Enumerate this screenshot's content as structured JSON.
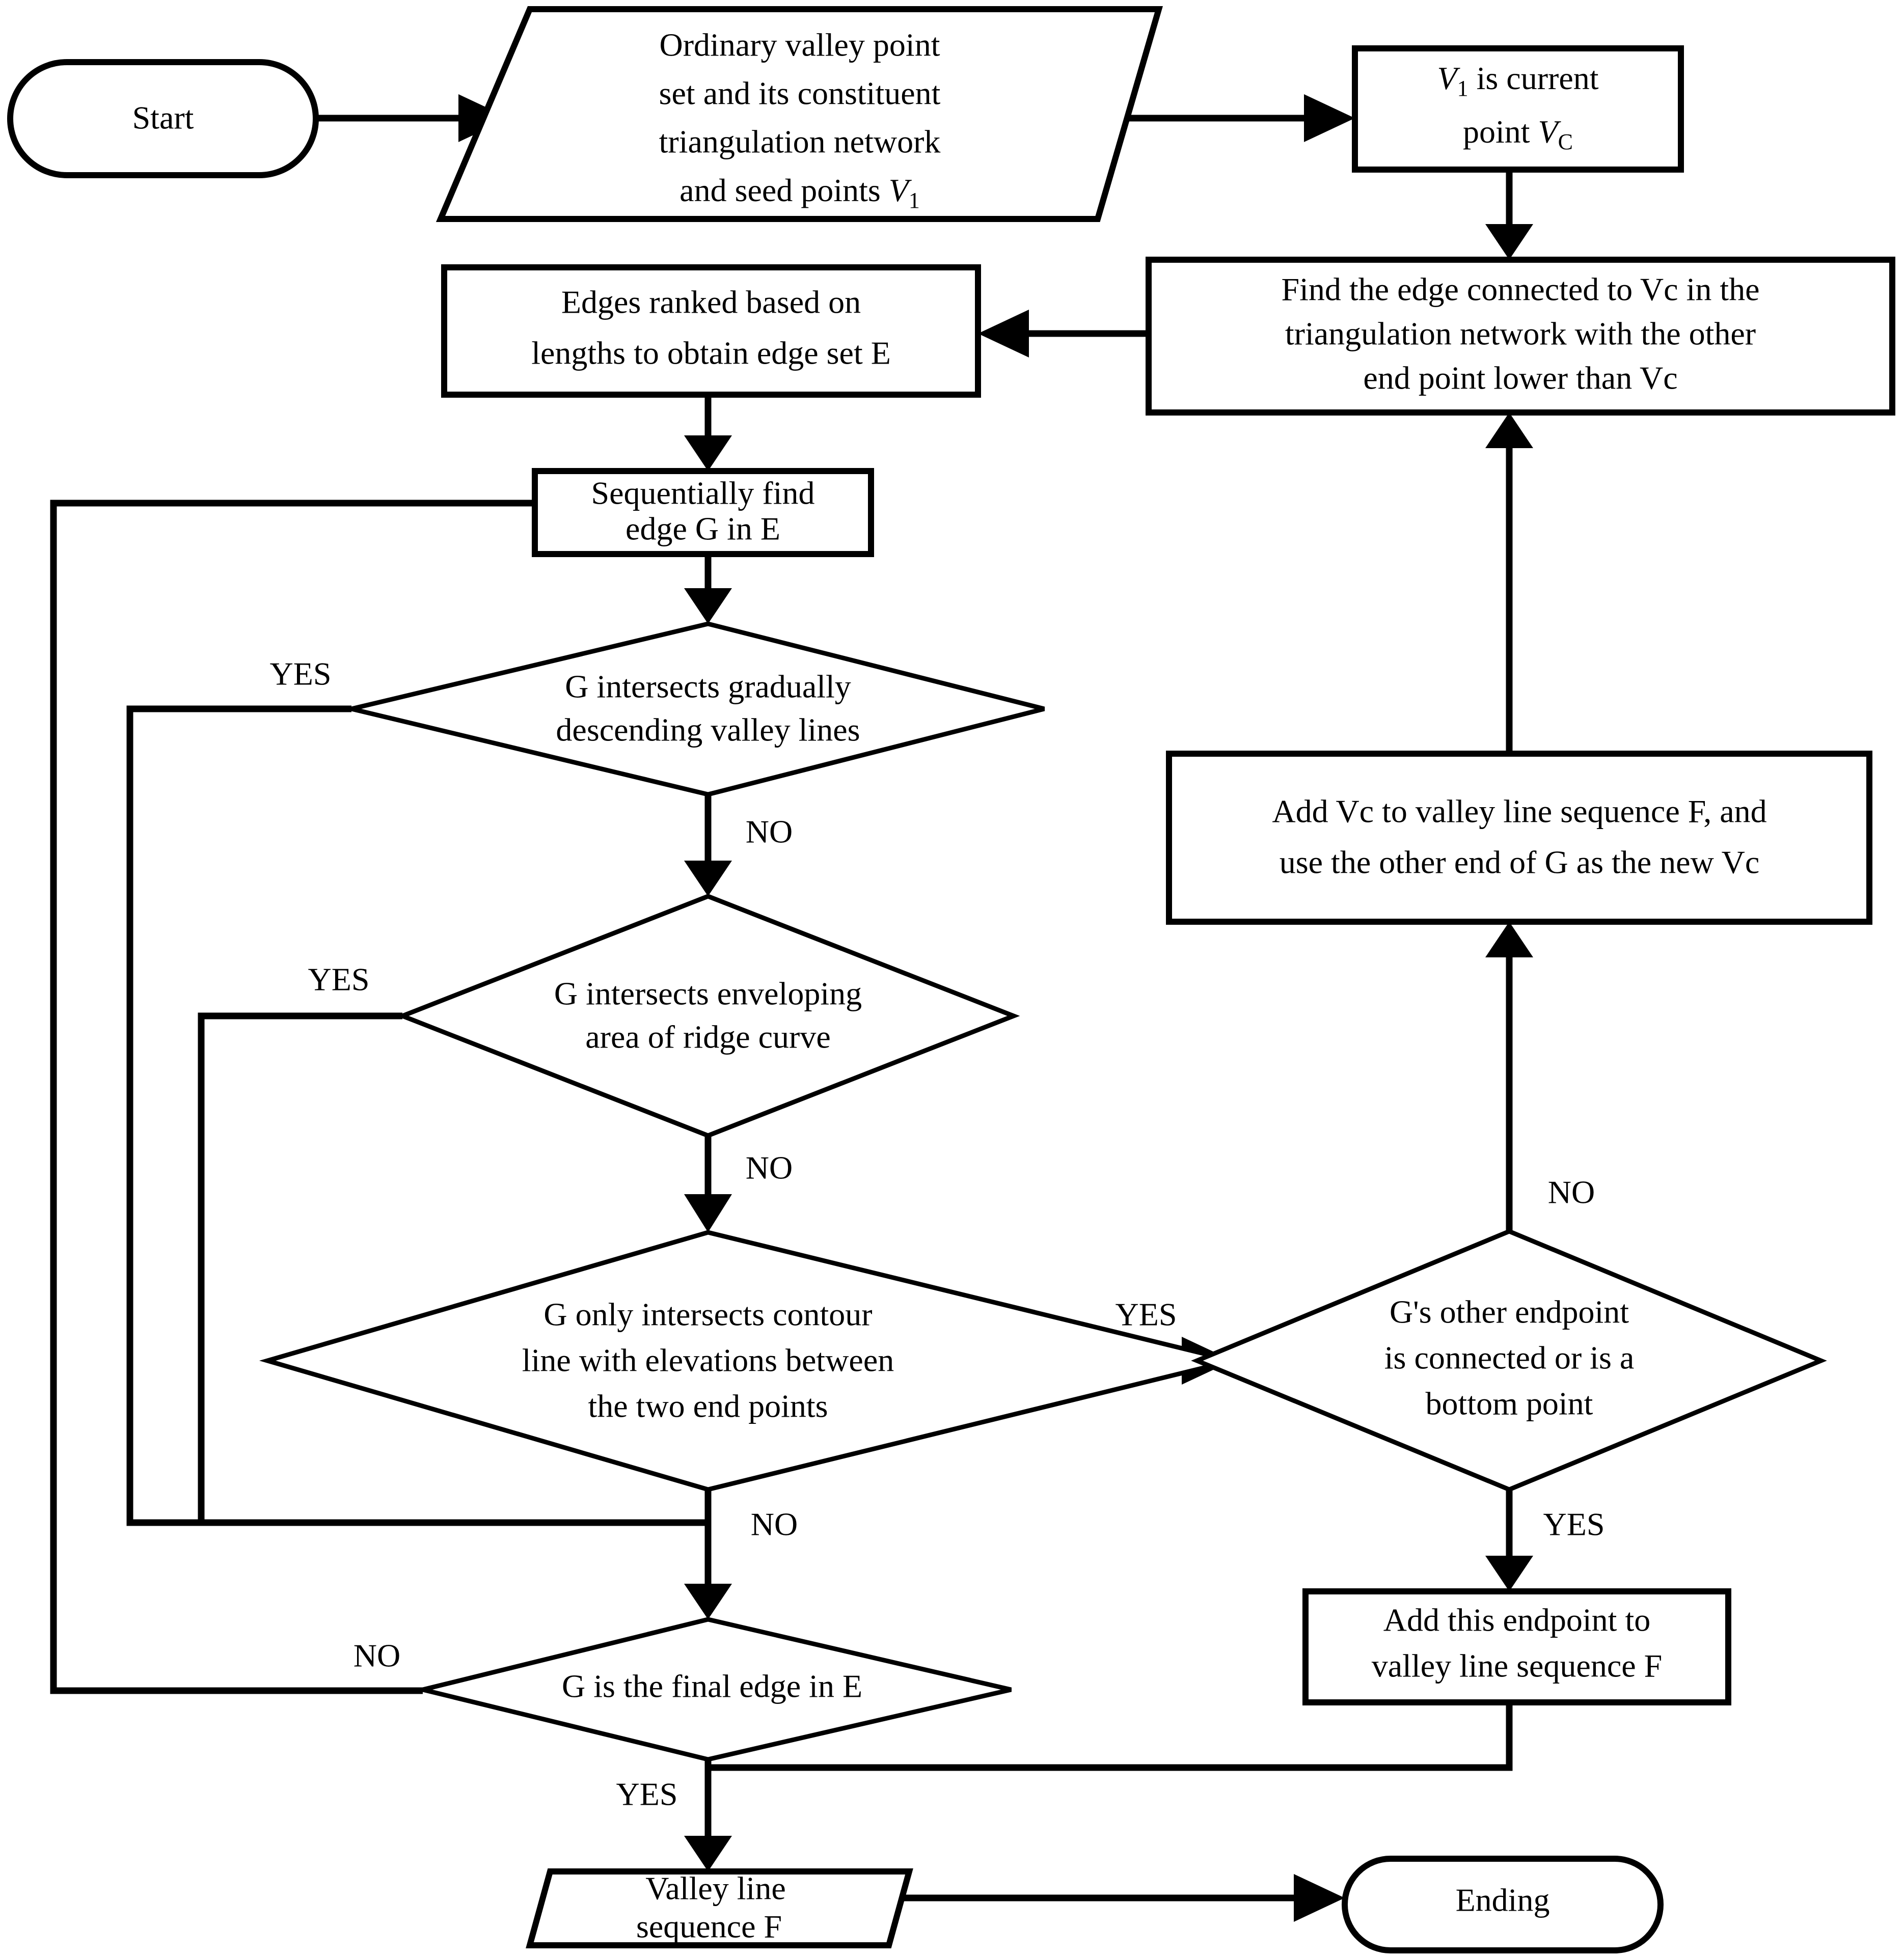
{
  "diagram": {
    "title": "Valley line extraction flowchart",
    "type": "flowchart",
    "background_color": "#ffffff",
    "line_color": "#000000"
  },
  "nodes": {
    "start": {
      "shape": "terminator",
      "label": "Start"
    },
    "input_data": {
      "shape": "parallelogram",
      "line1": "Ordinary valley point",
      "line2": "set and its constituent",
      "line3": "triangulation network",
      "line4_a": "and seed points ",
      "line4_italic": "V",
      "line4_sub": "1"
    },
    "v1_current": {
      "shape": "process",
      "line1_italic": "V",
      "line1_sub": "1",
      "line1_rest": " is current",
      "line2_a": "point ",
      "line2_italic": "V",
      "line2_sub": "C"
    },
    "find_edge": {
      "shape": "process",
      "line1": "Find the edge connected to Vc in the",
      "line2": "triangulation network with the other",
      "line3": "end point lower than Vc"
    },
    "rank_edges": {
      "shape": "process",
      "line1": "Edges ranked based on",
      "line2": "lengths to obtain edge set E"
    },
    "seq_find": {
      "shape": "process",
      "line1": "Sequentially find",
      "line2": "edge G in E"
    },
    "dec_descending": {
      "shape": "decision",
      "line1": "G intersects gradually",
      "line2": "descending valley lines"
    },
    "dec_enveloping": {
      "shape": "decision",
      "line1": "G intersects enveloping",
      "line2": "area of ridge curve"
    },
    "dec_contour": {
      "shape": "decision",
      "line1": "G only intersects contour",
      "line2": "line with elevations between",
      "line3": "the two end points"
    },
    "dec_endpoint": {
      "shape": "decision",
      "line1": "G's other endpoint",
      "line2": "is connected or is a",
      "line3": "bottom point"
    },
    "add_vc": {
      "shape": "process",
      "line1": "Add Vc to valley line sequence F, and",
      "line2": "use the other end of G as the new Vc"
    },
    "add_endpoint": {
      "shape": "process",
      "line1": "Add this endpoint to",
      "line2": "valley line sequence F"
    },
    "dec_final_edge": {
      "shape": "decision",
      "line1": "G is the final edge in E"
    },
    "output_seq": {
      "shape": "parallelogram",
      "line1": "Valley line",
      "line2": "sequence F"
    },
    "ending": {
      "shape": "terminator",
      "label": "Ending"
    }
  },
  "edge_labels": {
    "descending_yes": "YES",
    "descending_no": "NO",
    "enveloping_yes": "YES",
    "enveloping_no": "NO",
    "contour_no": "NO",
    "contour_yes": "YES",
    "endpoint_no": "NO",
    "endpoint_yes": "YES",
    "final_no": "NO",
    "final_yes": "YES"
  }
}
